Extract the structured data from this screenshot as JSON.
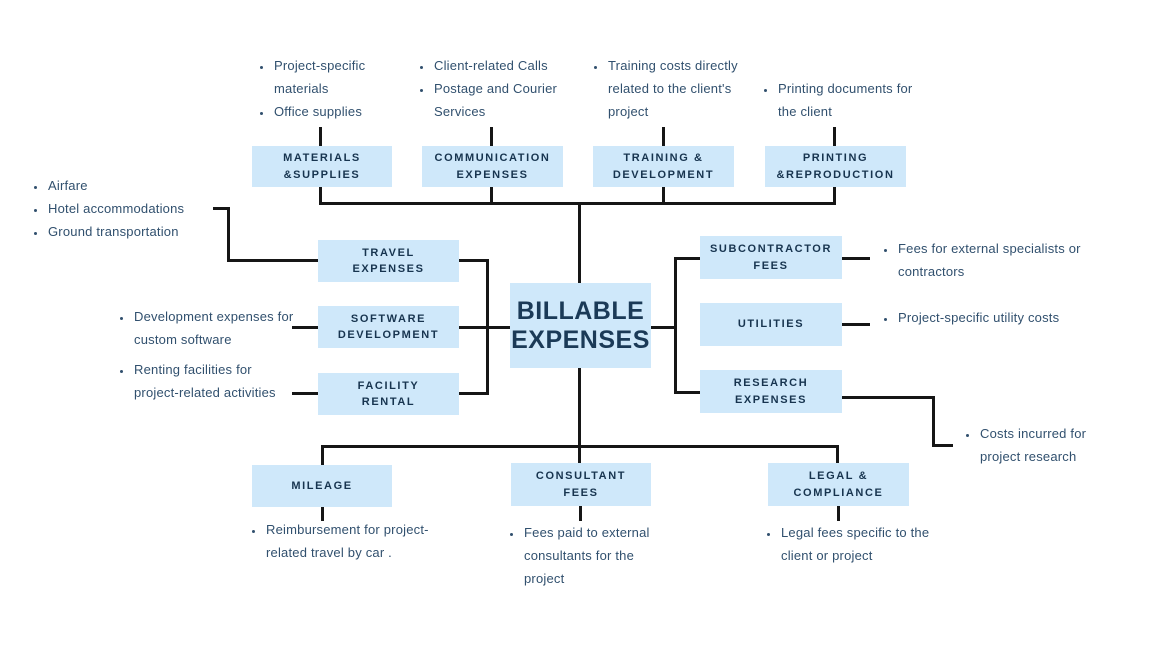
{
  "diagram_title": "BILLABLE EXPENSES",
  "colors": {
    "box_fill": "#cfe8fa",
    "box_text": "#17344f",
    "note_text": "#31506e",
    "line": "#161616",
    "background": "#ffffff"
  },
  "center": {
    "label": "BILLABLE\nEXPENSES"
  },
  "nodes": {
    "materials": {
      "label": "MATERIALS\n&SUPPLIES"
    },
    "communication": {
      "label": "COMMUNICATION\nEXPENSES"
    },
    "training": {
      "label": "TRAINING &\nDEVELOPMENT"
    },
    "printing": {
      "label": "PRINTING\n&REPRODUCTION"
    },
    "travel": {
      "label": "TRAVEL\nEXPENSES"
    },
    "software": {
      "label": "SOFTWARE\nDEVELOPMENT"
    },
    "facility": {
      "label": "FACILITY\nRENTAL"
    },
    "subcontractor": {
      "label": "SUBCONTRACTOR\nFEES"
    },
    "utilities": {
      "label": "UTILITIES"
    },
    "research": {
      "label": "RESEARCH\nEXPENSES"
    },
    "mileage": {
      "label": "MILEAGE"
    },
    "consultant": {
      "label": "CONSULTANT\nFEES"
    },
    "legal": {
      "label": "LEGAL &\nCOMPLIANCE"
    }
  },
  "notes": {
    "materials": {
      "items": [
        "Project-specific materials",
        "Office supplies"
      ]
    },
    "communication": {
      "items": [
        "Client-related Calls",
        "Postage and Courier Services"
      ]
    },
    "training": {
      "items": [
        "Training costs directly related to the client's project"
      ]
    },
    "printing": {
      "items": [
        "Printing documents for the client"
      ]
    },
    "travel": {
      "items": [
        "Airfare",
        "Hotel accommodations",
        "Ground transportation"
      ]
    },
    "software": {
      "items": [
        "Development expenses for custom software"
      ]
    },
    "facility": {
      "items": [
        "Renting facilities for project-related activities"
      ]
    },
    "subcontractor": {
      "items": [
        "Fees for external specialists or contractors"
      ]
    },
    "utilities": {
      "items": [
        "Project-specific utility costs"
      ]
    },
    "research": {
      "items": [
        "Costs incurred for project research"
      ]
    },
    "mileage": {
      "items": [
        "Reimbursement for project-related travel by car ."
      ]
    },
    "consultant": {
      "items": [
        "Fees paid to external consultants for the project"
      ]
    },
    "legal": {
      "items": [
        "Legal fees specific to the client or project"
      ]
    }
  }
}
